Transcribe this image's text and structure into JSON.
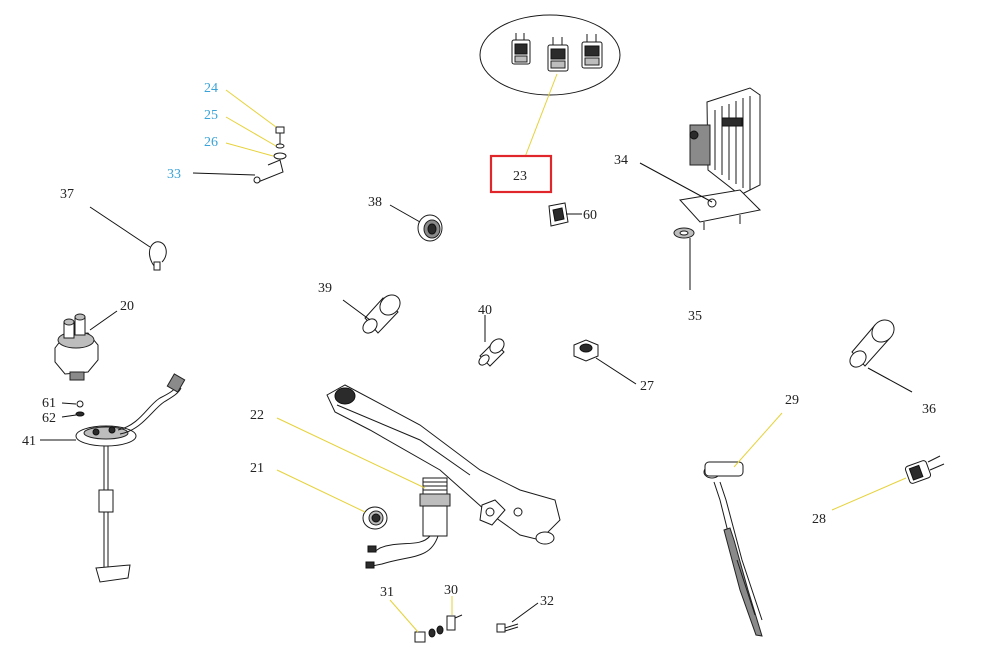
{
  "diagram": {
    "highlighted_part": "23",
    "colors": {
      "label_default": "#222222",
      "label_blue": "#3aa3d8",
      "leader_yellow": "#e6d23a",
      "highlight_box": "#e0262a"
    },
    "labels": {
      "p20": "20",
      "p21": "21",
      "p22": "22",
      "p23": "23",
      "p24": "24",
      "p25": "25",
      "p26": "26",
      "p27": "27",
      "p28": "28",
      "p29": "29",
      "p30": "30",
      "p31": "31",
      "p32": "32",
      "p33": "33",
      "p34": "34",
      "p35": "35",
      "p36": "36",
      "p37": "37",
      "p38": "38",
      "p39": "39",
      "p40": "40",
      "p41": "41",
      "p60": "60",
      "p61": "61",
      "p62": "62"
    }
  }
}
